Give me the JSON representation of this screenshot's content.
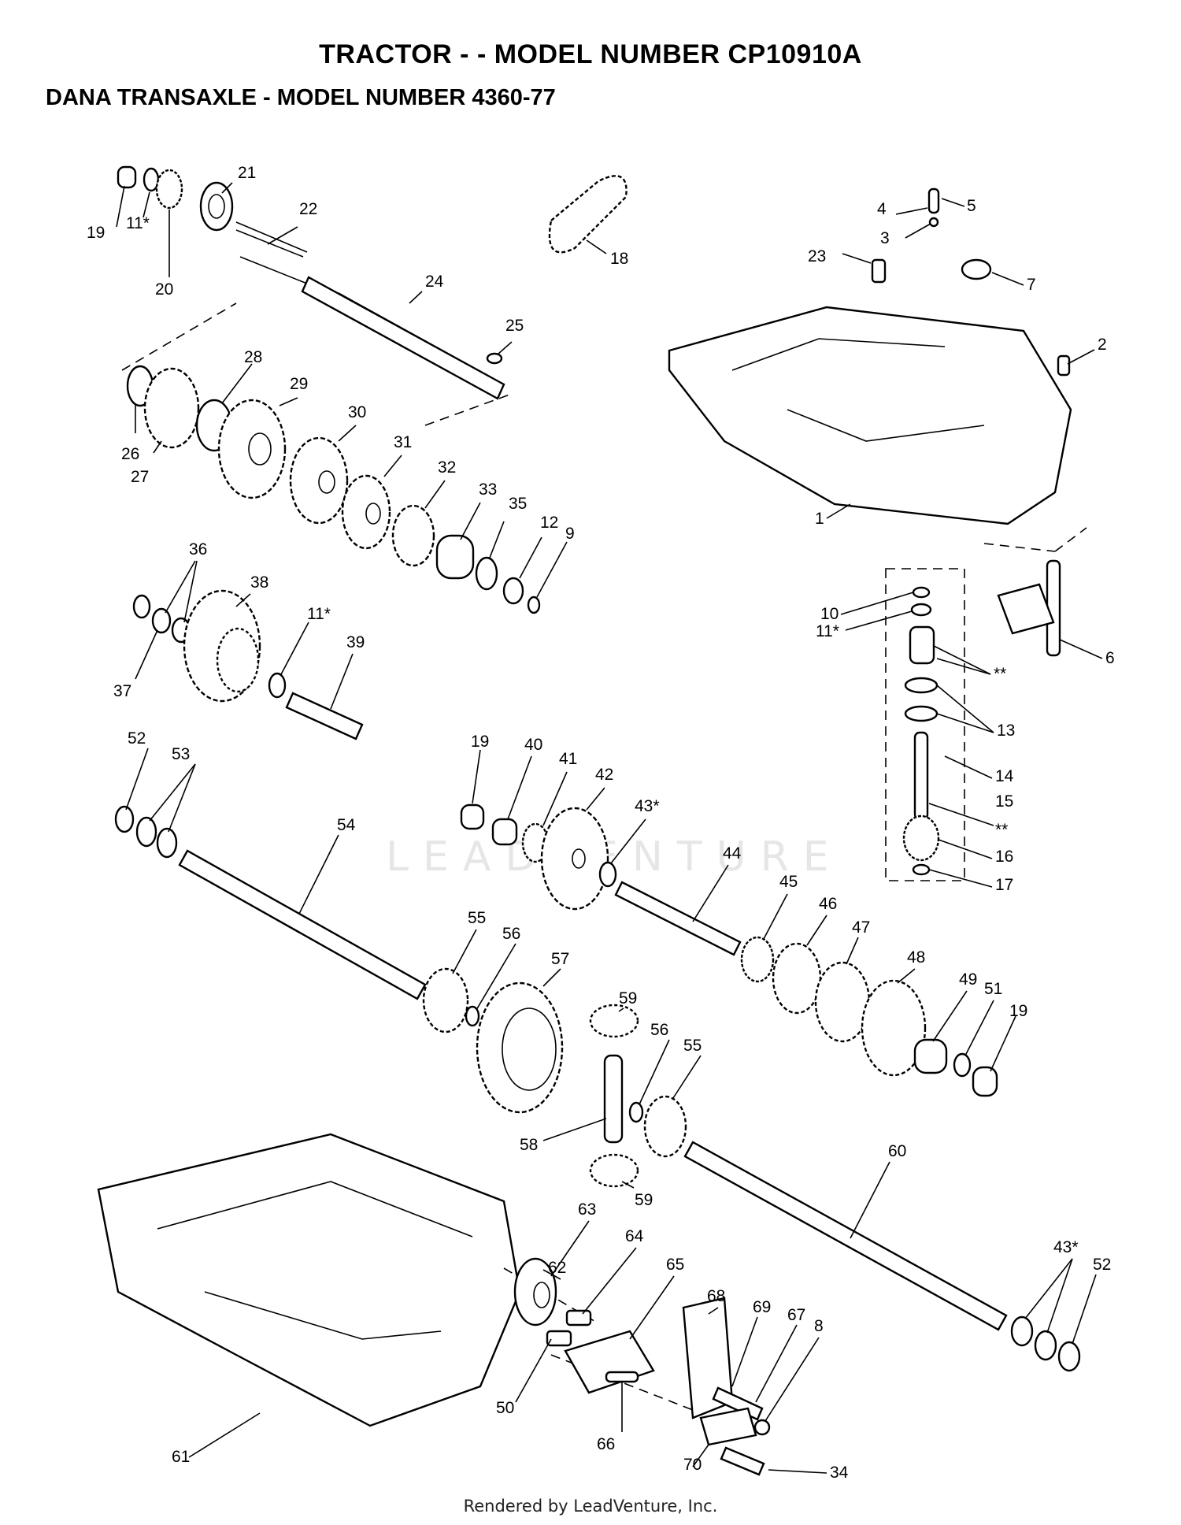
{
  "header": {
    "title": "TRACTOR - - MODEL NUMBER CP10910A",
    "subtitle": "DANA TRANSAXLE - MODEL NUMBER 4360-77"
  },
  "watermark": "LEADVENTURE",
  "footer": "Rendered by LeadVenture, Inc.",
  "callouts": [
    "1",
    "2",
    "3",
    "4",
    "5",
    "6",
    "7",
    "8",
    "9",
    "10",
    "11*",
    "11*",
    "11*",
    "12",
    "13",
    "14",
    "15",
    "16",
    "17",
    "18",
    "19",
    "19",
    "19",
    "20",
    "21",
    "22",
    "23",
    "24",
    "25",
    "26",
    "27",
    "28",
    "29",
    "30",
    "31",
    "32",
    "33",
    "34",
    "35",
    "36",
    "37",
    "38",
    "39",
    "40",
    "41",
    "42",
    "43*",
    "43*",
    "44",
    "45",
    "46",
    "47",
    "48",
    "49",
    "50",
    "51",
    "52",
    "52",
    "53",
    "54",
    "55",
    "55",
    "56",
    "56",
    "57",
    "58",
    "59",
    "59",
    "60",
    "61",
    "62",
    "63",
    "64",
    "65",
    "66",
    "67",
    "68",
    "69",
    "70",
    "**",
    "**"
  ]
}
